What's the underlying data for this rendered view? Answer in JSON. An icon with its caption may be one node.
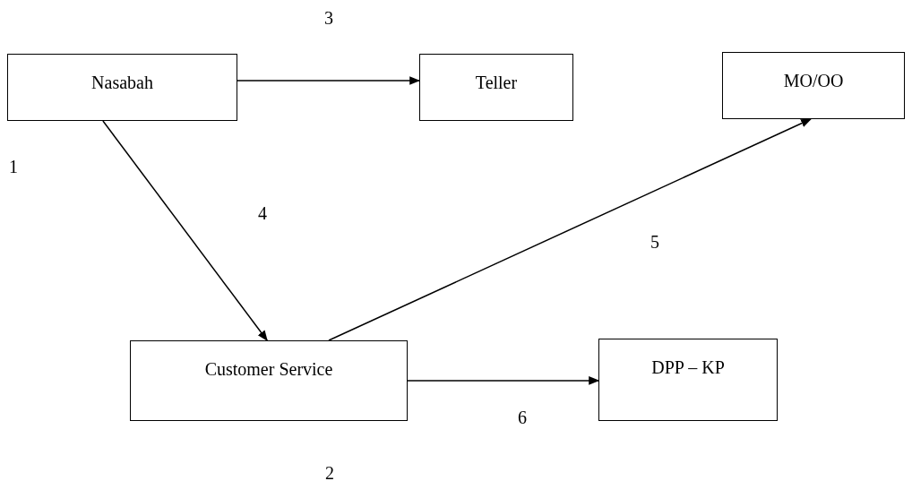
{
  "diagram": {
    "nodes": [
      {
        "text": [
          "Nasabah"
        ]
      },
      {
        "text": [
          "Teller"
        ]
      },
      {
        "text": [
          "MO/OO"
        ]
      },
      {
        "text": [
          "Customer Service"
        ]
      },
      {
        "text": [
          "DPP – KP"
        ]
      }
    ],
    "edges": [
      {
        "from": 0,
        "to": 1,
        "arrow": "to"
      },
      {
        "from": 0,
        "to": 3,
        "arrow": "to"
      },
      {
        "from": 3,
        "to": 2,
        "arrow": "to"
      },
      {
        "from": 3,
        "to": 4,
        "arrow": "to"
      }
    ],
    "labels": [
      "3",
      "1",
      "4",
      "5",
      "6",
      "2"
    ]
  }
}
